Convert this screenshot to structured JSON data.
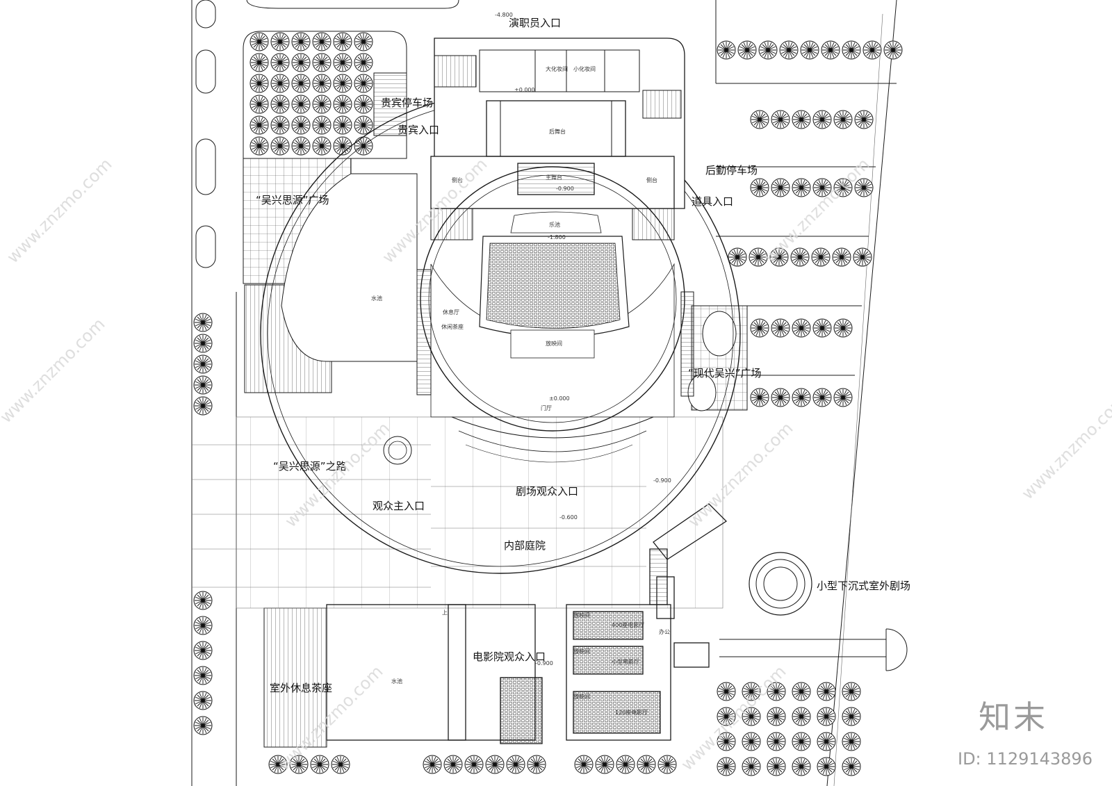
{
  "labels": {
    "performer_entrance": "演职员入口",
    "vip_parking": "贵宾停车场",
    "vip_entrance": "贵宾入口",
    "logistics_parking": "后勤停车场",
    "props_entrance": "道具入口",
    "wuxing_square": "“吴兴思源”广场",
    "modern_square": "“现代吴兴”广场",
    "wuxing_road": "“吴兴思源”之路",
    "audience_main_entrance": "观众主入口",
    "theater_audience_entrance": "剧场观众入口",
    "inner_courtyard": "内部庭院",
    "sunken_theater": "小型下沉式室外剧场",
    "cinema_entrance": "电影院观众入口",
    "outdoor_teahouse": "室外休息茶座"
  },
  "room_labels": {
    "back_stage": "后舞台",
    "side_stage_left": "侧台",
    "side_stage_right": "侧台",
    "main_stage": "主舞台",
    "orchestra_pit": "乐池",
    "lounge": "休息厅",
    "leisure_tea": "休闲茶座",
    "foyer": "门厅",
    "control_room": "放映间",
    "large_makeup": "大化妆间",
    "small_makeup": "小化妆间",
    "water_pool_1": "水池",
    "water_pool_2": "水池",
    "office": "办公",
    "projection_1": "放映间",
    "projection_2": "放映间",
    "projection_3": "放映间",
    "cinema_hall_1": "400座电影厅",
    "cinema_hall_2": "小型电影厅",
    "cinema_hall_3": "120座电影厅",
    "stair_up": "上"
  },
  "levels": {
    "lv1": "-4.800",
    "lv2": "±0.000",
    "lv3": "-0.900",
    "lv4": "-1.800",
    "lv5": "±0.000",
    "lv6": "-0.900",
    "lv7": "-0.600",
    "lv8": "-0.900"
  },
  "watermark": {
    "site": "www.znzmo.com",
    "logo_text": "知末",
    "id_text": "ID: 1129143896"
  },
  "colors": {
    "line": "#1a1a1a",
    "watermark": "#d8d8d8",
    "logo": "#9a9a9a"
  }
}
